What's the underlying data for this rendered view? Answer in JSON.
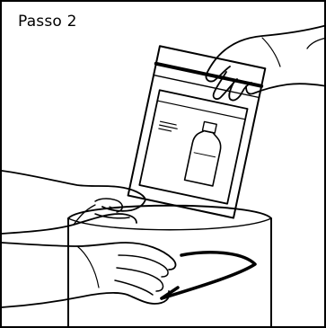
{
  "step": {
    "label": "Passo 2"
  },
  "colors": {
    "line": "#000000",
    "background": "#ffffff"
  },
  "icons": [
    "gloved-hand-right-top",
    "gloved-hand-left-upper",
    "gloved-hand-left-lower",
    "zip-bag",
    "bottle-icon",
    "label-icon",
    "container-drum",
    "elastic-band"
  ]
}
